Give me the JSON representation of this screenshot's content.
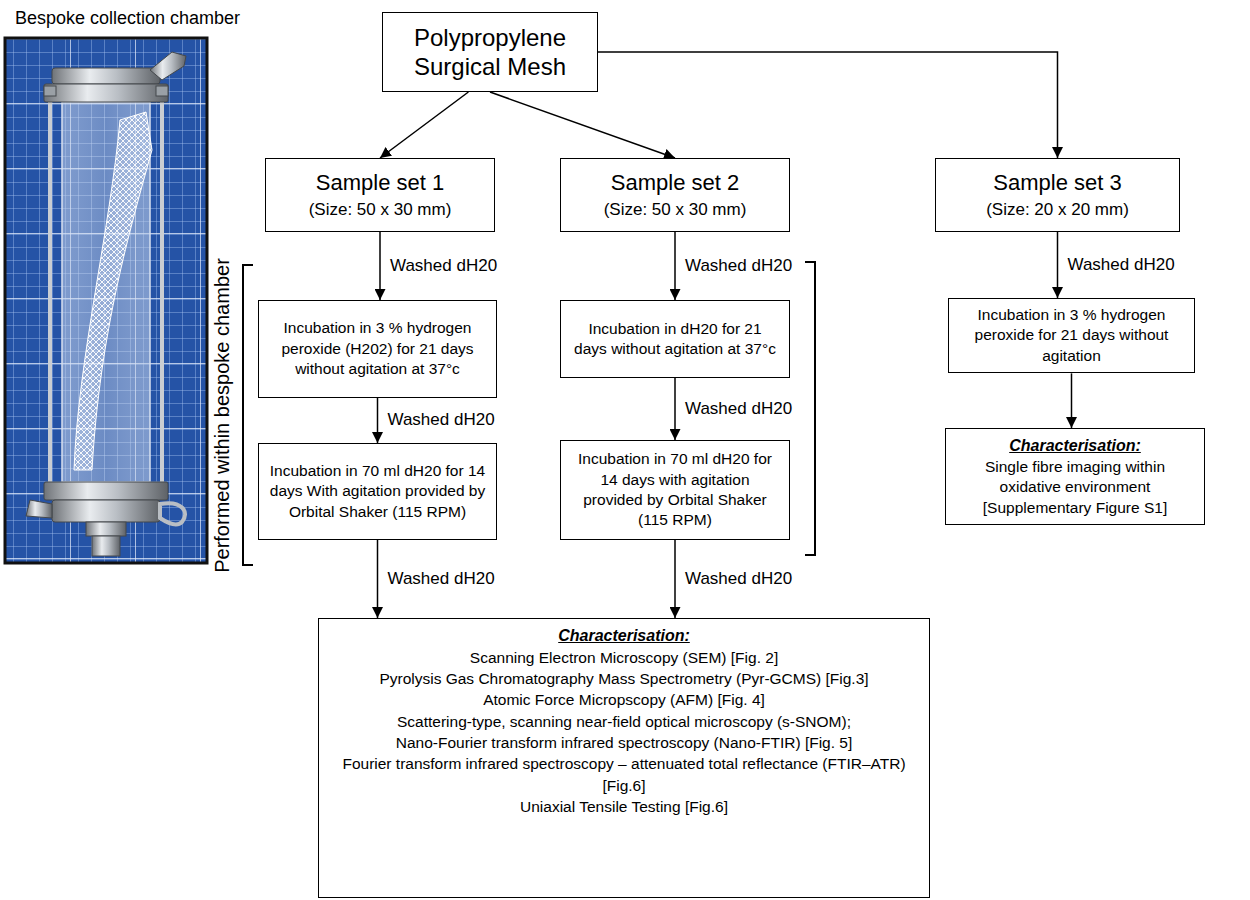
{
  "diagram": {
    "nodes": [
      {
        "text": [
          "Polypropylene Surgical Mesh"
        ]
      },
      {
        "text": [
          "Sample set 1",
          "(Size: 50 x 30 mm)"
        ]
      },
      {
        "text": [
          "Sample set 2",
          "(Size: 50 x 30 mm)"
        ]
      },
      {
        "text": [
          "Sample set 3",
          "(Size: 20 x 20 mm)"
        ]
      },
      {
        "text": [
          "Incubation in 3 % hydrogen peroxide (H202) for 21 days without agitation at 37°c"
        ]
      },
      {
        "text": [
          "Incubation in dH20 for 21 days without agitation at 37°c"
        ]
      },
      {
        "text": [
          "Incubation in 3 % hydrogen peroxide for 21 days without agitation"
        ]
      },
      {
        "text": [
          "Incubation in 70 ml dH20 for 14 days With agitation provided by Orbital Shaker (115 RPM)"
        ]
      },
      {
        "text": [
          "Incubation in 70 ml dH20 for 14 days with agitation provided by Orbital Shaker (115 RPM)"
        ]
      },
      {
        "text": [
          "Characterisation:",
          "Single fibre imaging within oxidative environment [Supplementary Figure S1]"
        ]
      },
      {
        "text": [
          "Characterisation:",
          "Scanning Electron Microscopy (SEM) [Fig. 2]",
          "Pyrolysis Gas Chromatography Mass Spectrometry (Pyr-GCMS) [Fig.3]",
          "Atomic Force Micropscopy (AFM) [Fig. 4]",
          "Scattering-type, scanning near-field optical microscopy (s-SNOM);",
          "Nano-Fourier transform infrared spectroscopy (Nano-FTIR) [Fig. 5]",
          "Fourier transform infrared spectroscopy – attenuated total reflectance (FTIR–ATR) [Fig.6]",
          "Uniaxial Tensile Testing [Fig.6]"
        ]
      }
    ],
    "edges": [
      {
        "from": 0,
        "to": 1,
        "arrow": "to"
      },
      {
        "from": 0,
        "to": 2,
        "arrow": "to"
      },
      {
        "from": 0,
        "to": 3,
        "arrow": "to"
      },
      {
        "from": 1,
        "to": 4,
        "label": "Washed dH20",
        "arrow": "to"
      },
      {
        "from": 4,
        "to": 7,
        "label": "Washed dH20",
        "arrow": "to"
      },
      {
        "from": 7,
        "to": 10,
        "label": "Washed dH20",
        "arrow": "to"
      },
      {
        "from": 2,
        "to": 5,
        "label": "Washed dH20",
        "arrow": "to"
      },
      {
        "from": 5,
        "to": 8,
        "label": "Washed dH20",
        "arrow": "to"
      },
      {
        "from": 8,
        "to": 10,
        "label": "Washed dH20",
        "arrow": "to"
      },
      {
        "from": 3,
        "to": 6,
        "label": "Washed dH20",
        "arrow": "to"
      },
      {
        "from": 6,
        "to": 9,
        "arrow": "to"
      }
    ],
    "labels": [
      "Bespoke collection chamber",
      "Performed within bespoke chamber"
    ]
  }
}
